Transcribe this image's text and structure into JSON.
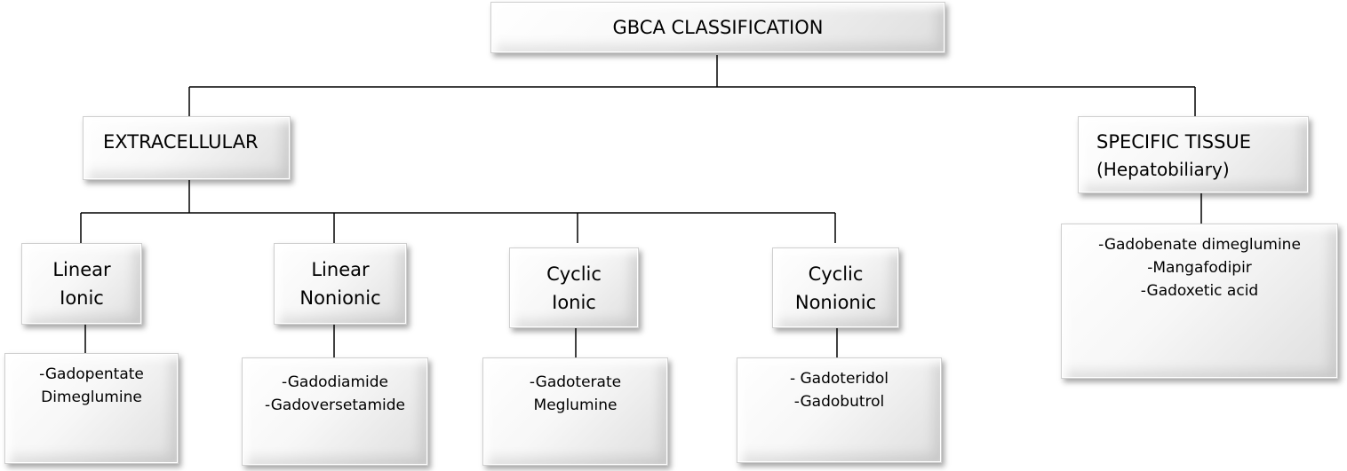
{
  "root": {
    "title": "GBCA CLASSIFICATION"
  },
  "extracellular": {
    "title": "EXTRACELLULAR",
    "groups": [
      {
        "line1": "Linear",
        "line2": "Ionic",
        "agents": [
          "-Gadopentate",
          "Dimeglumine"
        ]
      },
      {
        "line1": "Linear",
        "line2": "Nonionic",
        "agents": [
          "-Gadodiamide",
          "-Gadoversetamide"
        ]
      },
      {
        "line1": "Cyclic",
        "line2": "Ionic",
        "agents": [
          "-Gadoterate",
          "Meglumine"
        ]
      },
      {
        "line1": "Cyclic",
        "line2": "Nonionic",
        "agents": [
          "- Gadoteridol",
          "-Gadobutrol"
        ]
      }
    ]
  },
  "specific": {
    "title_line1": "SPECIFIC TISSUE",
    "title_line2": "(Hepatobiliary)",
    "agents": [
      "-Gadobenate dimeglumine",
      "-Mangafodipir",
      "-Gadoxetic acid"
    ]
  }
}
